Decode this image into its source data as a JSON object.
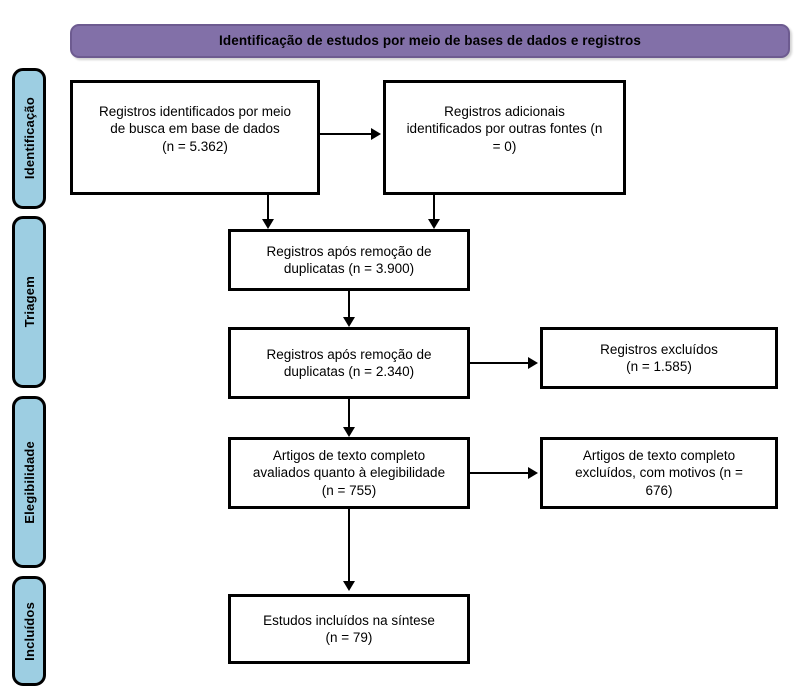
{
  "banner": {
    "title": "Identificação de estudos por meio de bases de dados e registros",
    "background_color": "#8270a8",
    "border_color": "#6d5b90"
  },
  "stages": [
    {
      "id": "identificacao",
      "label": "Identificação"
    },
    {
      "id": "triagem",
      "label": "Triagem"
    },
    {
      "id": "elegibilidade",
      "label": "Elegibilidade"
    },
    {
      "id": "incluidos",
      "label": "Incluídos"
    }
  ],
  "stage_style": {
    "background_color": "#9dcee2",
    "border_color": "#000000"
  },
  "boxes": {
    "records_identified": {
      "line1": "Registros identificados por meio",
      "line2": "de busca em base de dados",
      "line3": "(n = 5.362)",
      "count": "5.362"
    },
    "additional_records": {
      "line1": "Registros adicionais",
      "line2": "identificados por outras fontes (n",
      "line3": "= 0)",
      "count": "0"
    },
    "after_duplicates_1": {
      "line1": "Registros após remoção de",
      "line2": "duplicatas (n = 3.900)",
      "count": "3.900"
    },
    "after_duplicates_2": {
      "line1": "Registros após remoção de",
      "line2": "duplicatas (n = 2.340)",
      "count": "2.340"
    },
    "records_excluded": {
      "line1": "Registros excluídos",
      "line2": "(n = 1.585)",
      "count": "1.585"
    },
    "fulltext_assessed": {
      "line1": "Artigos de texto completo",
      "line2": "avaliados quanto à elegibilidade",
      "line3": "(n = 755)",
      "count": "755"
    },
    "fulltext_excluded": {
      "line1": "Artigos de texto completo",
      "line2": "excluídos, com motivos (n =",
      "line3": "676)",
      "count": "676"
    },
    "studies_included": {
      "line1": "Estudos incluídos na síntese",
      "line2": "(n = 79)",
      "count": "79"
    }
  }
}
